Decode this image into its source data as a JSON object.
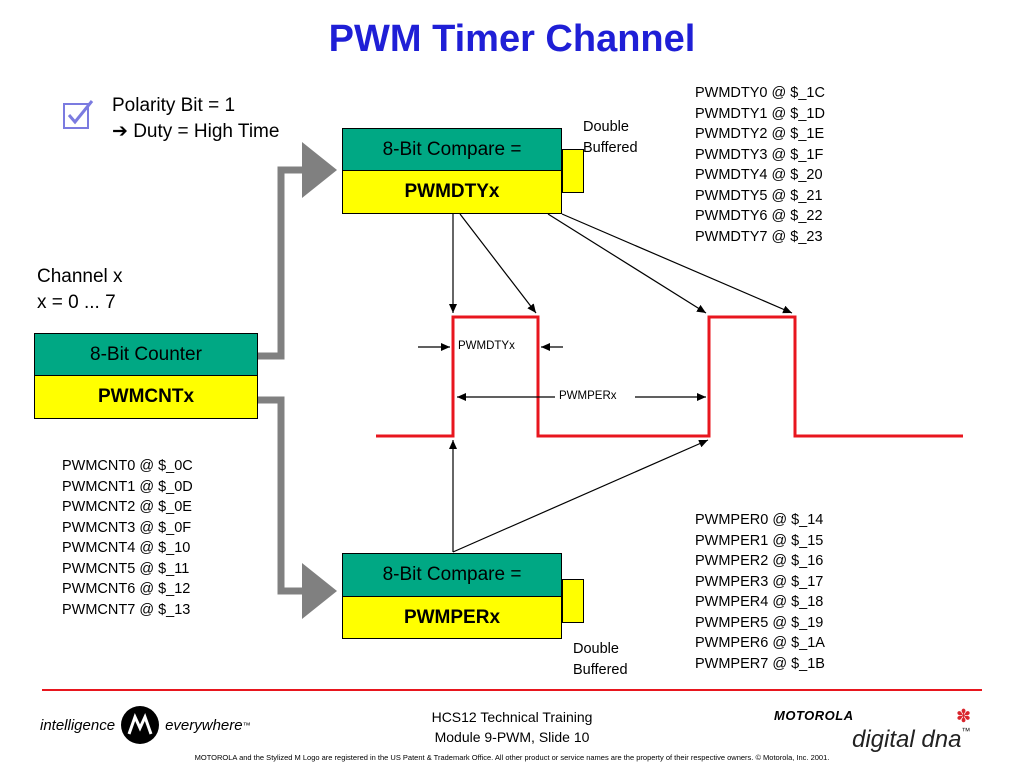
{
  "title": "PWM Timer Channel",
  "polarity": {
    "line1": "Polarity Bit = 1",
    "line2": "➔ Duty = High Time"
  },
  "channel": {
    "line1": "Channel x",
    "line2": "x = 0 ... 7"
  },
  "compare_dty": {
    "label": "8-Bit Compare =",
    "register": "PWMDTYx"
  },
  "counter": {
    "label": "8-Bit Counter",
    "register": "PWMCNTx"
  },
  "compare_per": {
    "label": "8-Bit Compare =",
    "register": "PWMPERx"
  },
  "double_buffered_top": {
    "line1": "Double",
    "line2": "Buffered"
  },
  "double_buffered_bottom": {
    "line1": "Double",
    "line2": "Buffered"
  },
  "pwmdty_regs": "PWMDTY0 @ $_1C\nPWMDTY1 @ $_1D\nPWMDTY2 @ $_1E\nPWMDTY3 @ $_1F\nPWMDTY4 @ $_20\nPWMDTY5 @ $_21\nPWMDTY6 @ $_22\nPWMDTY7 @ $_23",
  "pwmcnt_regs": "PWMCNT0 @ $_0C\nPWMCNT1 @ $_0D\nPWMCNT2 @ $_0E\nPWMCNT3 @ $_0F\nPWMCNT4 @ $_10\nPWMCNT5 @ $_11\nPWMCNT6 @ $_12\nPWMCNT7 @ $_13",
  "pwmper_regs": "PWMPER0 @ $_14\nPWMPER1 @ $_15\nPWMPER2 @ $_16\nPWMPER3 @ $_17\nPWMPER4 @ $_18\nPWMPER5 @ $_19\nPWMPER6 @ $_1A\nPWMPER7 @ $_1B",
  "waveform": {
    "duty_label": "PWMDTYx",
    "period_label": "PWMPERx"
  },
  "footer": {
    "line1": "HCS12 Technical Training",
    "line2": "Module 9-PWM, Slide 10",
    "tagline_left": "intelligence",
    "tagline_right": "everywhere",
    "tm": "™",
    "brand": "MOTOROLA",
    "brand_dna": "digital dna",
    "brand_tm": "™",
    "legal": "MOTOROLA and the Stylized M Logo are registered in the US Patent & Trademark Office. All other  product or service names are the property of their respective owners.  © Motorola, Inc. 2001."
  },
  "colors": {
    "title": "#1f1fd6",
    "compare_header": "#00a884",
    "register_fill": "#ffff00",
    "waveform": "#e8161e",
    "bus_arrow": "#808080"
  }
}
